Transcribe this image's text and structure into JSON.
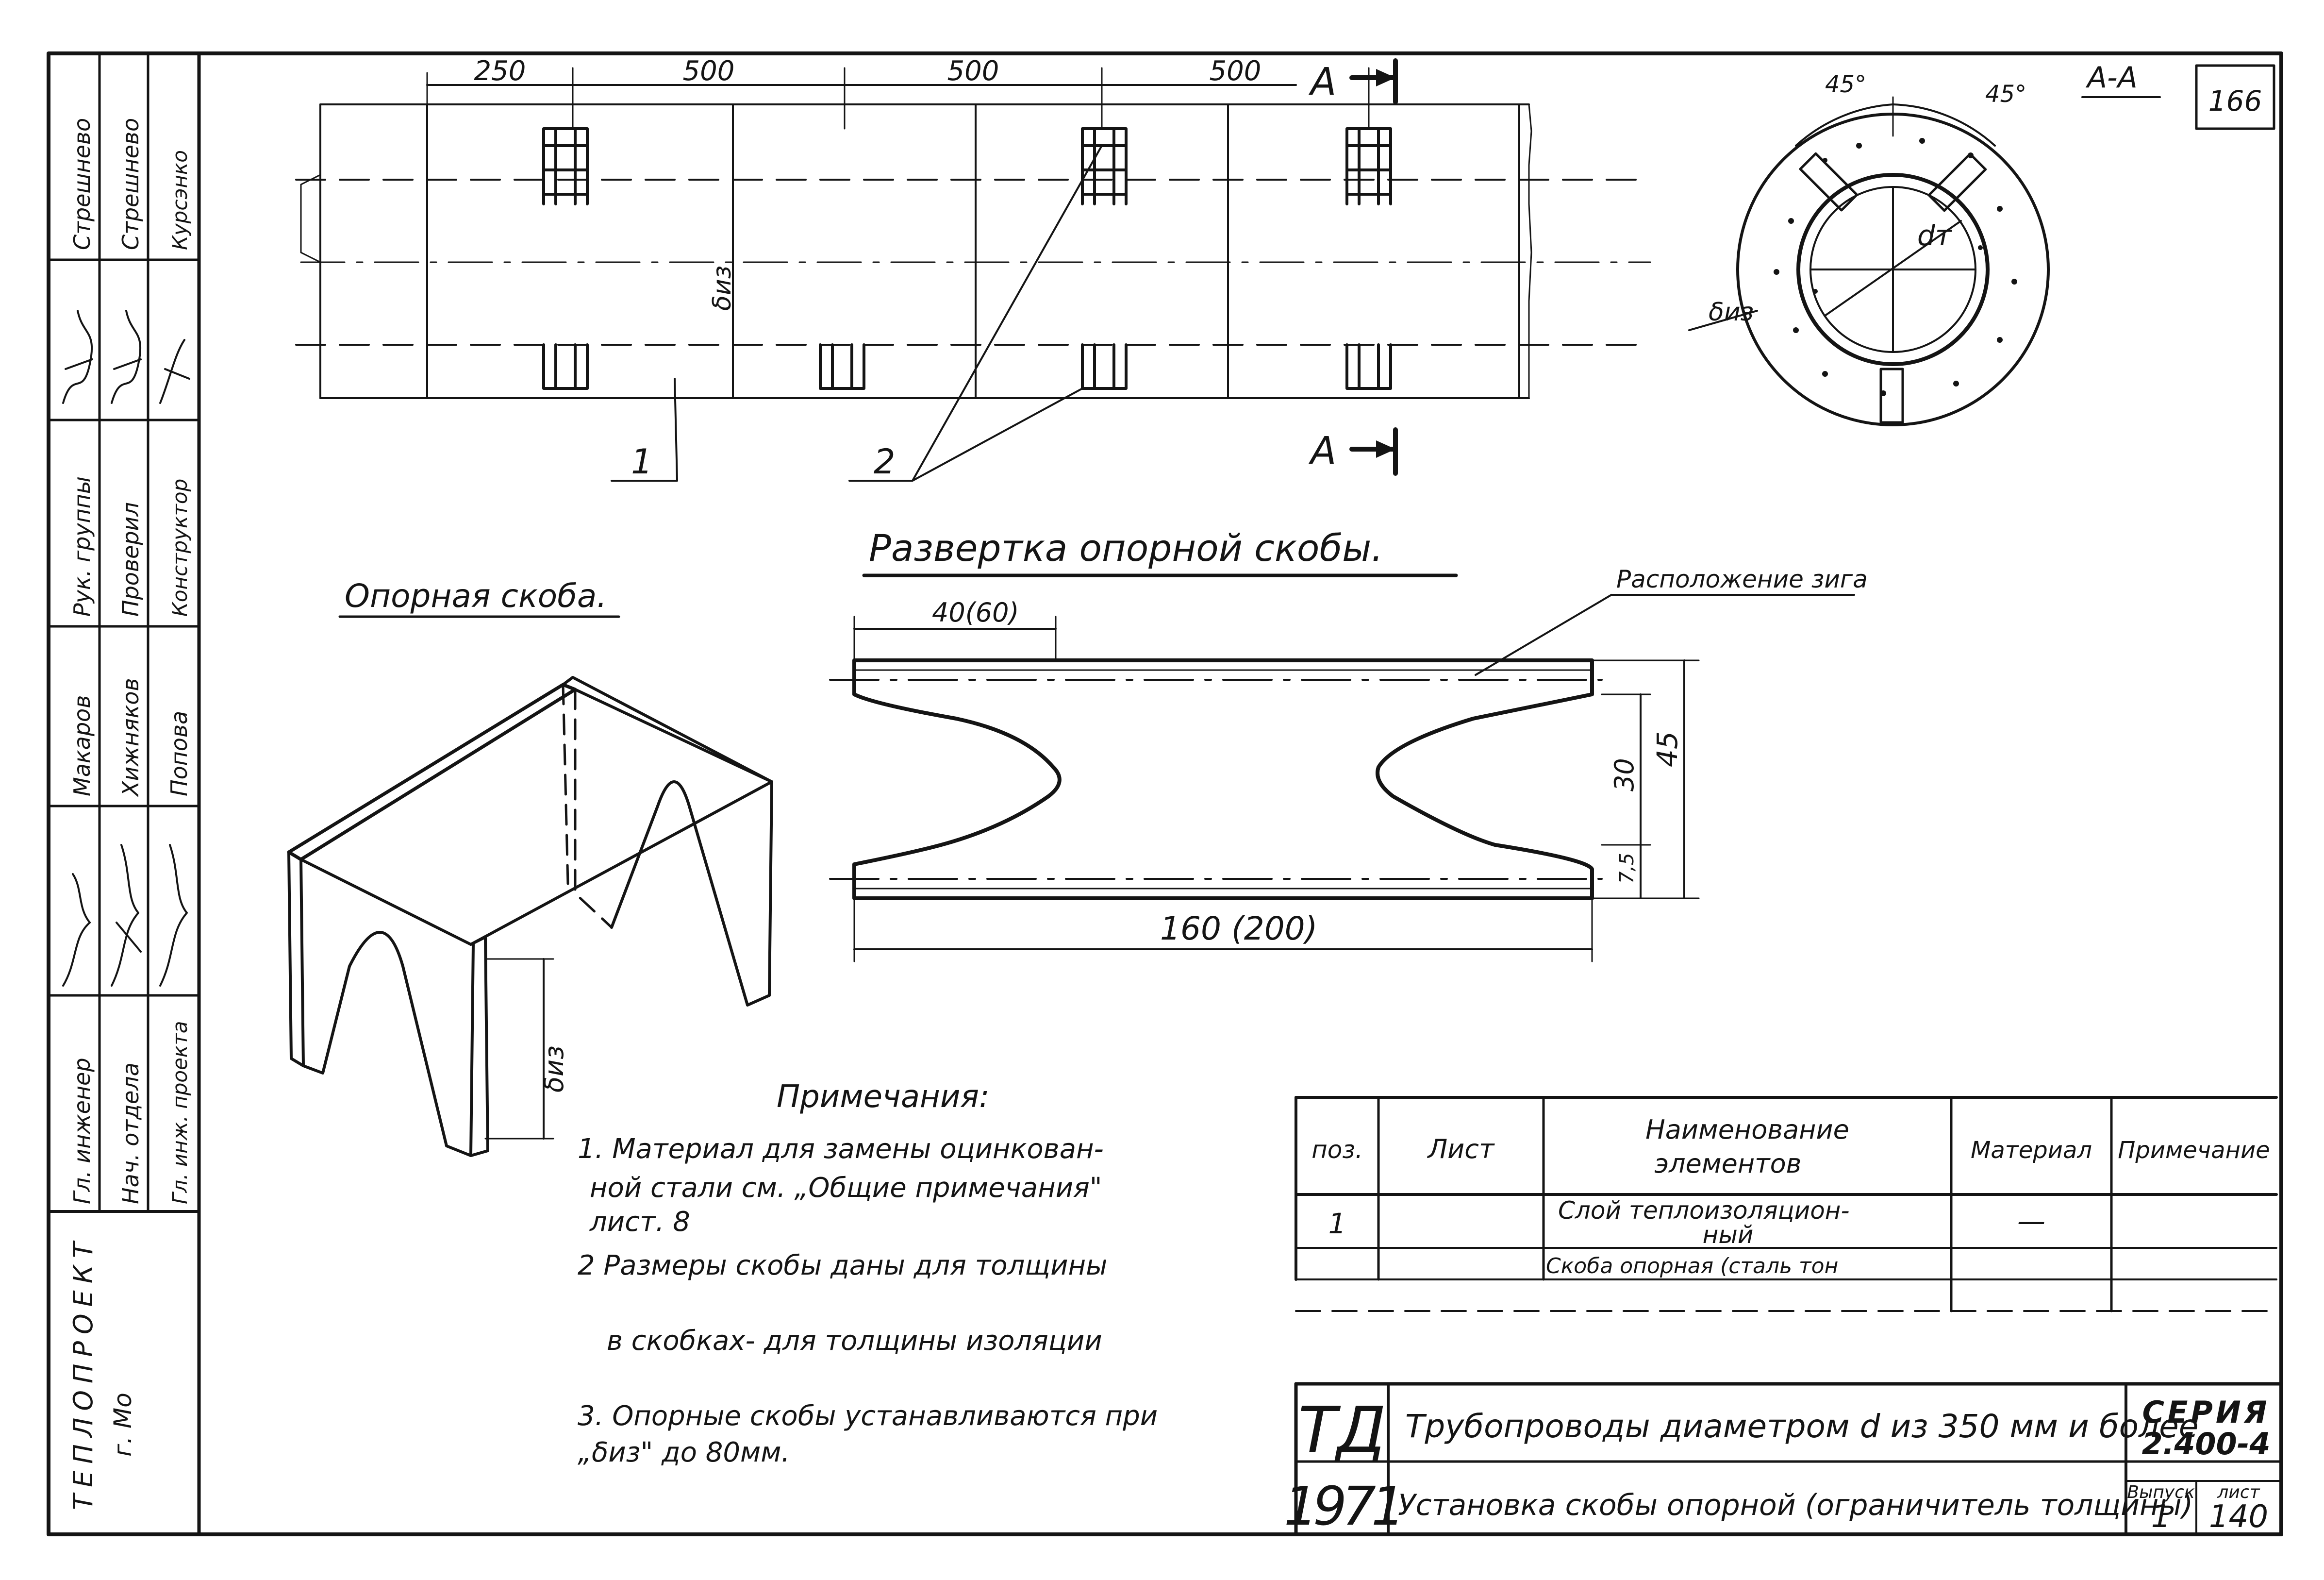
{
  "sheet": {
    "number": "166"
  },
  "dimensions": {
    "top": [
      "250",
      "500",
      "500",
      "500"
    ],
    "section_mark": "А",
    "insulation_label": "δиз",
    "tab_width": "40(60)",
    "dev_length": "160 (200)",
    "dev_height": "45",
    "dev_inner": "30",
    "dev_small": "7,5",
    "angle_left": "45°",
    "angle_right": "45°",
    "pipe_diameter": "dт"
  },
  "positions": {
    "p1": "1",
    "p2": "2"
  },
  "titles": {
    "section": "А-А",
    "bracket": "Опорная скоба.",
    "development": "Развертка опорной скобы.",
    "fold_location": "Расположение зига"
  },
  "notes": {
    "heading": "Примечания:",
    "lines": [
      "1. Материал для замены оцинкован-",
      "ной стали см. „Общие примечания\"",
      "лист. 8",
      "2 Размеры скобы даны для толщины",
      "в скобках- для толщины изоляции",
      "3. Опорные скобы устанавливаются при",
      "„δиз\" до 80мм."
    ]
  },
  "spec_table": {
    "headers": [
      "поз.",
      "Лист",
      "Наименование элементов",
      "Материал",
      "Примечание"
    ],
    "header_name_lines": [
      "Наименование",
      "элементов"
    ],
    "rows": [
      {
        "pos": "1",
        "sheet": "",
        "name_lines": [
          "Слой теплоизоляцион-",
          "ный"
        ],
        "material": "—",
        "note": ""
      },
      {
        "pos": "",
        "sheet": "",
        "name_lines": [
          "Скоба опорная (сталь тон"
        ],
        "material": "",
        "note": ""
      }
    ]
  },
  "title_block": {
    "org_code": "ТД",
    "year": "1971",
    "title_main": "Трубопроводы диаметром d из 350 мм и более",
    "title_sub": "Установка скобы опорной (ограничитель толщины)",
    "series_label": "СЕРИЯ",
    "series_number": "2.400-4",
    "issue_label": "Выпуск",
    "issue": "1",
    "sheet_label": "лист",
    "sheet": "140"
  },
  "side_stamp": {
    "roles": [
      "Гл. инженер",
      "Нач. отдела",
      "Гл. инж. проекта",
      "Рук. группы",
      "Проверил",
      "Конструктор"
    ],
    "names": [
      "Макаров",
      "Хижняков",
      "Попова",
      "Стрешнево",
      "Стрешнево",
      "Курсэнко"
    ],
    "org": "ТЕПЛОПРОЕКТ",
    "city": "г. Мо"
  }
}
